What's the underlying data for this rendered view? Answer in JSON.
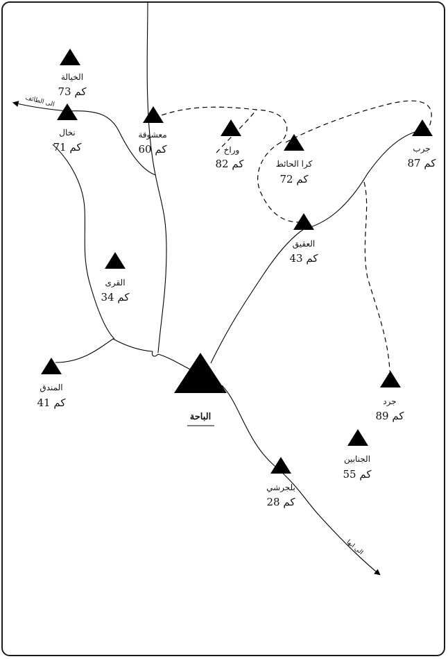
{
  "map": {
    "center": {
      "name": "الباحة"
    },
    "places": [
      {
        "id": "khiyala",
        "name": "الخيالة",
        "distance": "73 كم"
      },
      {
        "id": "nakhal",
        "name": "نخال",
        "distance": "71 كم"
      },
      {
        "id": "mashouqa",
        "name": "معشوقة",
        "distance": "60 كم"
      },
      {
        "id": "warakh",
        "name": "وراخ",
        "distance": "82 كم"
      },
      {
        "id": "kara",
        "name": "كرا الحائط",
        "distance": "72 كم"
      },
      {
        "id": "jarb",
        "name": "جرب",
        "distance": "87 كم"
      },
      {
        "id": "aqiq",
        "name": "العقيق",
        "distance": "43 كم"
      },
      {
        "id": "qura",
        "name": "القرى",
        "distance": "34 كم"
      },
      {
        "id": "mandaq",
        "name": "المندق",
        "distance": "41 كم"
      },
      {
        "id": "jard",
        "name": "جرد",
        "distance": "89 كم"
      },
      {
        "id": "janabin",
        "name": "الجنابين",
        "distance": "55 كم"
      },
      {
        "id": "baljurashi",
        "name": "بلجرشي",
        "distance": "28 كم"
      }
    ],
    "directions": [
      {
        "id": "taif",
        "label": "الى الطائف"
      },
      {
        "id": "abha",
        "label": "الى ابها"
      }
    ],
    "colors": {
      "ink": "#000000",
      "frame": "#1a1a1a",
      "background": "#ffffff"
    }
  }
}
